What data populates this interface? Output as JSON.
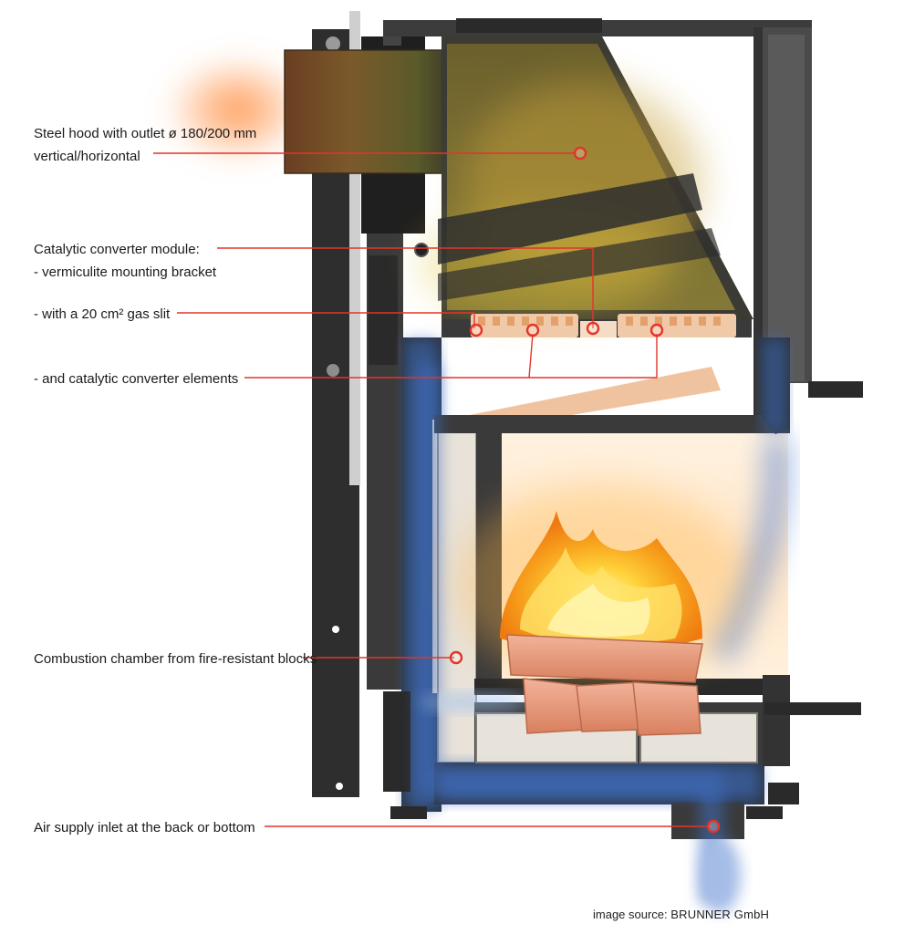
{
  "callouts": {
    "hood_line1": "Steel hood with outlet ø 180/200 mm",
    "hood_line2": "vertical/horizontal",
    "cat_title": "Catalytic converter module:",
    "cat_bracket": "- vermiculite mounting bracket",
    "cat_slit": "- with a 20 cm² gas slit",
    "cat_elements": "- and catalytic converter elements",
    "chamber": "Combustion chamber from fire-resistant blocks",
    "air": "Air supply inlet at the back or bottom"
  },
  "credit": {
    "prefix": "image source:",
    "owner": "BRUNNER GmbH"
  },
  "colors": {
    "leader": "#e2352b",
    "steel_dark": "#2b2b2b",
    "steel_mid": "#3a3a3a",
    "air_flow": "#3f6fc4",
    "flame": "#f59a1a",
    "ceramic": "#f0c9a8",
    "firebrick": "#e8e2d8"
  },
  "icons": [
    "callout-ring-icon"
  ]
}
